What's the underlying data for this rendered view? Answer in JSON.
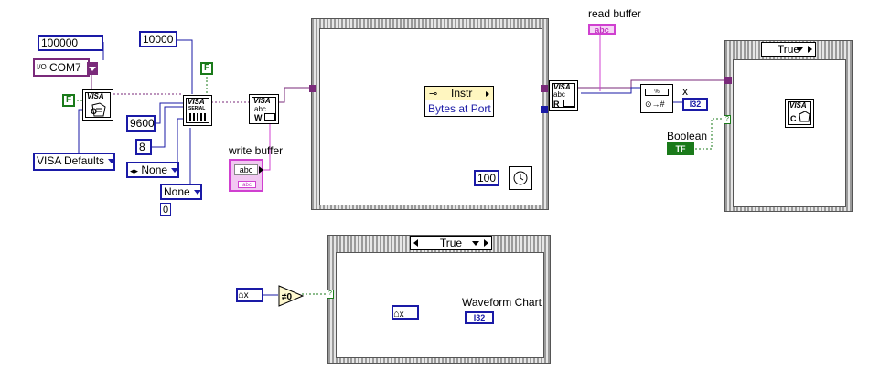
{
  "constants": {
    "timeout_top": "100000",
    "timeout_serial": "10000",
    "baud": "9600",
    "data_bits": "8",
    "parity": "None",
    "flow": "None",
    "flow_sub": "0",
    "wait_ms": "100"
  },
  "visa_resource": {
    "prefix": "I/O",
    "name": "COM7"
  },
  "visa_open_access": "VISA Defaults",
  "booleans": {
    "false_a": "F",
    "false_b": "F"
  },
  "labels": {
    "write_buffer": "write buffer",
    "read_buffer": "read buffer",
    "x": "x",
    "boolean": "Boolean",
    "waveform_chart": "Waveform Chart"
  },
  "property_node": {
    "class": "Instr",
    "property": "Bytes at Port"
  },
  "case_structures": {
    "top_right": "True",
    "bottom": "True"
  },
  "terminals": {
    "i32": "I32",
    "tf": "TF",
    "abc": "abc"
  },
  "vi_icons": {
    "visa_open": "VISA",
    "visa_serial": "VISA",
    "serial_sub": "SERIAL",
    "visa_write": "VISA",
    "visa_read": "VISA",
    "visa_close": "VISA"
  },
  "colors": {
    "visa_wire": "#7a2a7a",
    "numeric_wire": "#1a1aa6",
    "string_wire": "#d040d0",
    "boolean_wire": "#1a7a1a"
  }
}
